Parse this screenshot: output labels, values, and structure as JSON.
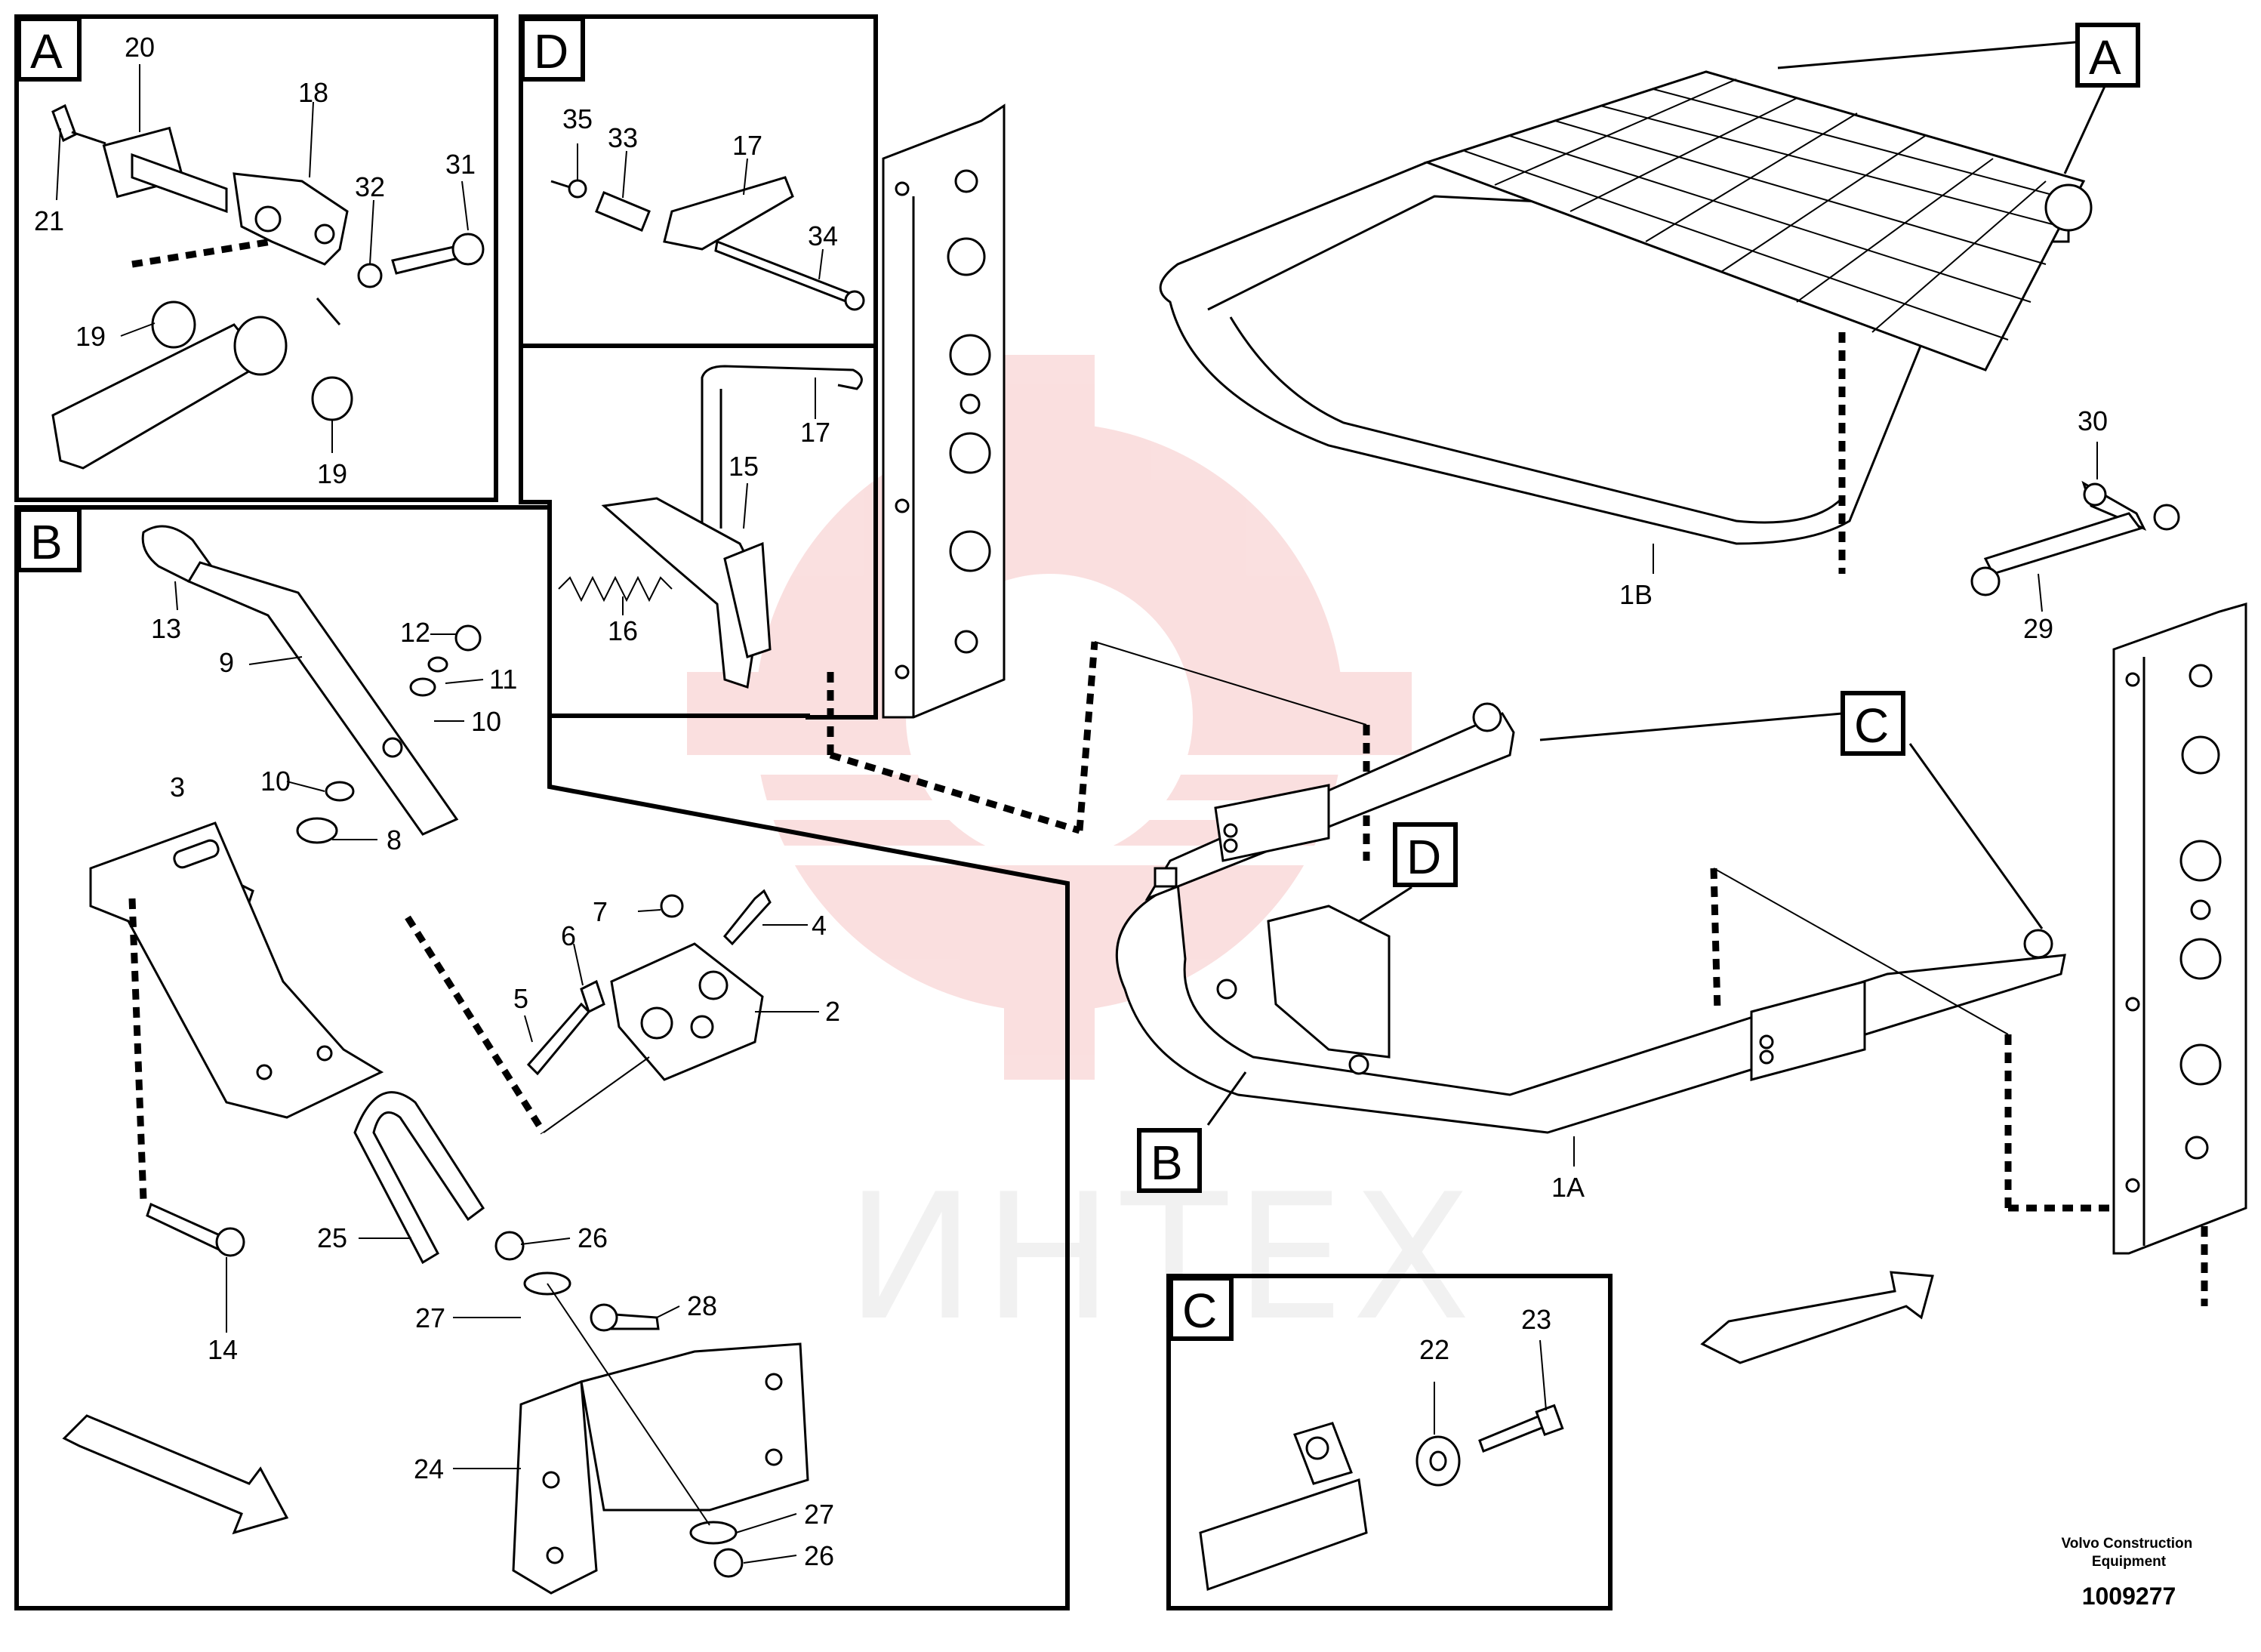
{
  "watermark": {
    "text": "ИНТЕХ",
    "color": "#f2a5a5"
  },
  "footer": {
    "brand": "Volvo Construction\nEquipment",
    "doc_number": "1009277"
  },
  "panels": {
    "A": {
      "label": "A",
      "parts": [
        "20",
        "18",
        "21",
        "32",
        "31",
        "19",
        "19"
      ]
    },
    "D": {
      "label": "D",
      "parts": [
        "35",
        "33",
        "17",
        "34",
        "17",
        "15",
        "16"
      ]
    },
    "B": {
      "label": "B",
      "parts": [
        "13",
        "9",
        "12",
        "11",
        "10",
        "10",
        "8",
        "3",
        "7",
        "4",
        "6",
        "5",
        "2",
        "14",
        "25",
        "26",
        "27",
        "28",
        "24",
        "27",
        "26"
      ]
    },
    "C": {
      "label": "C",
      "parts": [
        "22",
        "23"
      ]
    }
  },
  "callouts": {
    "A": "A",
    "B": "B",
    "C": "C",
    "D": "D"
  },
  "main_parts": [
    "30",
    "1B",
    "29",
    "1A"
  ]
}
